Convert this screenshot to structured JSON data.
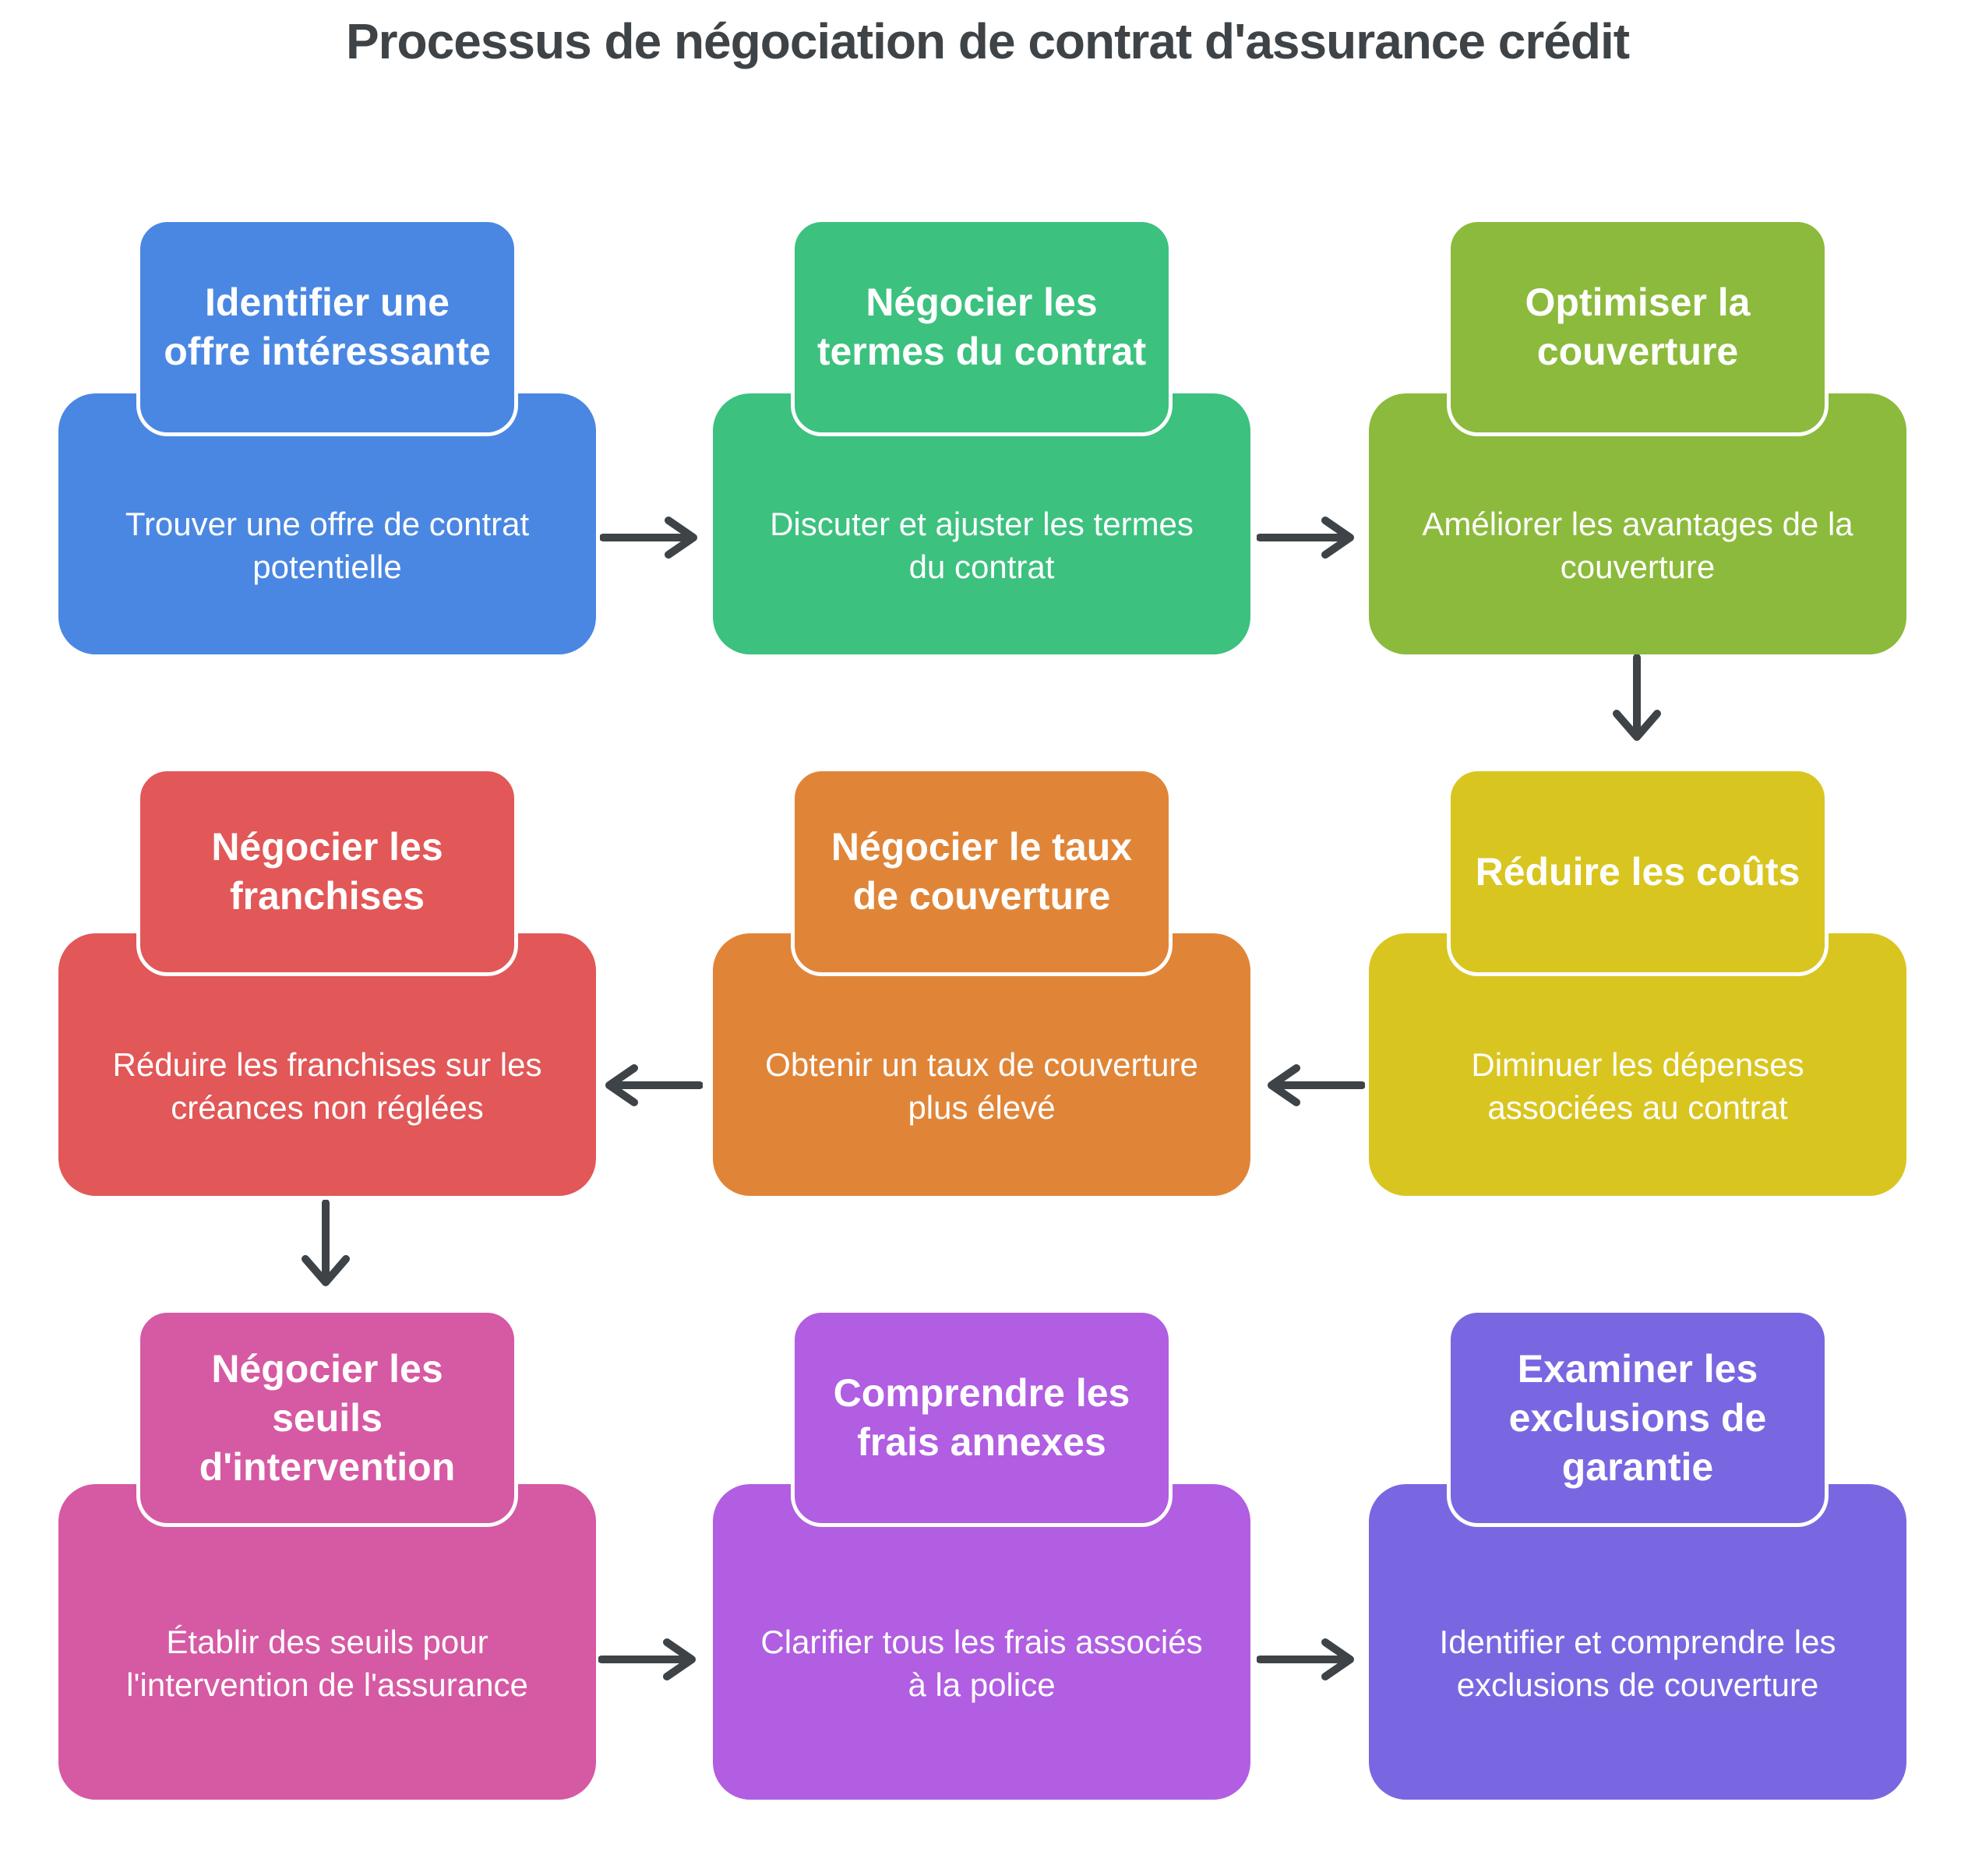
{
  "title": "Processus de négociation de contrat d'assurance crédit",
  "colors": {
    "background": "#ffffff",
    "title_text": "#3e4347",
    "arrow": "#3e4347",
    "step_text": "#ffffff"
  },
  "steps": [
    {
      "title": "Identifier une offre intéressante",
      "description": "Trouver une offre de contrat potentielle",
      "color": "#4a87e2"
    },
    {
      "title": "Négocier les termes du contrat",
      "description": "Discuter et ajuster les termes du contrat",
      "color": "#3cc17f"
    },
    {
      "title": "Optimiser la couverture",
      "description": "Améliorer les avantages de la couverture",
      "color": "#8cba3c"
    },
    {
      "title": "Négocier les franchises",
      "description": "Réduire les franchises sur les créances non réglées",
      "color": "#e25757"
    },
    {
      "title": "Négocier le taux de couverture",
      "description": "Obtenir un taux de couverture plus élevé",
      "color": "#e08538"
    },
    {
      "title": "Réduire les coûts",
      "description": "Diminuer les dépenses associées au contrat",
      "color": "#d9c51f"
    },
    {
      "title": "Négocier les seuils d'intervention",
      "description": "Établir des seuils pour l'intervention de l'assurance",
      "color": "#d659a3"
    },
    {
      "title": "Comprendre les frais annexes",
      "description": "Clarifier tous les frais associés à la police",
      "color": "#b15ee2"
    },
    {
      "title": "Examiner les exclusions de garantie",
      "description": "Identifier et comprendre les exclusions de couverture",
      "color": "#7967e1"
    }
  ],
  "flow": [
    {
      "from": "Identifier une offre intéressante",
      "to": "Négocier les termes du contrat",
      "direction": "right"
    },
    {
      "from": "Négocier les termes du contrat",
      "to": "Optimiser la couverture",
      "direction": "right"
    },
    {
      "from": "Optimiser la couverture",
      "to": "Réduire les coûts",
      "direction": "down"
    },
    {
      "from": "Réduire les coûts",
      "to": "Négocier le taux de couverture",
      "direction": "left"
    },
    {
      "from": "Négocier le taux de couverture",
      "to": "Négocier les franchises",
      "direction": "left"
    },
    {
      "from": "Négocier les franchises",
      "to": "Négocier les seuils d'intervention",
      "direction": "down"
    },
    {
      "from": "Négocier les seuils d'intervention",
      "to": "Comprendre les frais annexes",
      "direction": "right"
    },
    {
      "from": "Comprendre les frais annexes",
      "to": "Examiner les exclusions de garantie",
      "direction": "right"
    }
  ]
}
